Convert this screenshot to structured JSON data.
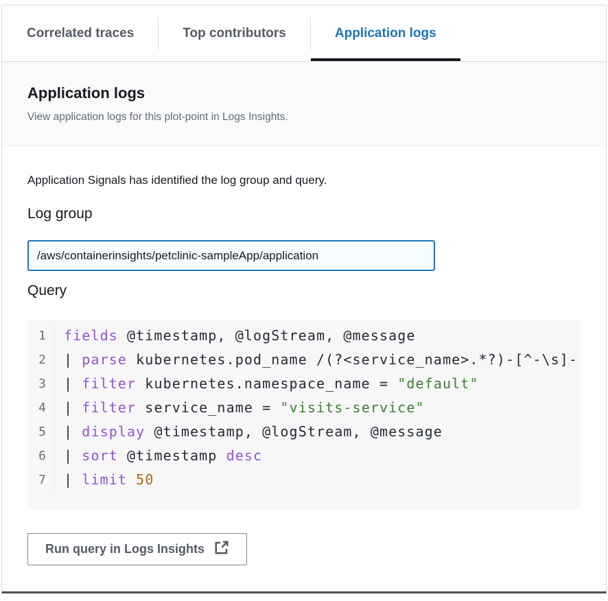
{
  "tabs": [
    {
      "label": "Correlated traces",
      "active": false
    },
    {
      "label": "Top contributors",
      "active": false
    },
    {
      "label": "Application logs",
      "active": true
    }
  ],
  "header": {
    "title": "Application logs",
    "description": "View application logs for this plot-point in Logs Insights."
  },
  "content": {
    "intro": "Application Signals has identified the log group and query.",
    "log_group_label": "Log group",
    "log_group_value": "/aws/containerinsights/petclinic-sampleApp/application",
    "query_label": "Query",
    "run_button_label": "Run query in Logs Insights"
  },
  "query": {
    "lines": [
      {
        "num": "1",
        "tokens": [
          [
            "keyword",
            "fields"
          ],
          [
            "plain",
            " @timestamp, @logStream, @message"
          ]
        ]
      },
      {
        "num": "2",
        "tokens": [
          [
            "plain",
            "| "
          ],
          [
            "keyword",
            "parse"
          ],
          [
            "plain",
            " kubernetes.pod_name /(?<service_name>.*?)-[^-\\s]-"
          ]
        ]
      },
      {
        "num": "3",
        "tokens": [
          [
            "plain",
            "| "
          ],
          [
            "keyword",
            "filter"
          ],
          [
            "plain",
            " kubernetes.namespace_name = "
          ],
          [
            "string",
            "\"default\""
          ]
        ]
      },
      {
        "num": "4",
        "tokens": [
          [
            "plain",
            "| "
          ],
          [
            "keyword",
            "filter"
          ],
          [
            "plain",
            " service_name = "
          ],
          [
            "string",
            "\"visits-service\""
          ]
        ]
      },
      {
        "num": "5",
        "tokens": [
          [
            "plain",
            "| "
          ],
          [
            "keyword",
            "display"
          ],
          [
            "plain",
            " @timestamp, @logStream, @message"
          ]
        ]
      },
      {
        "num": "6",
        "tokens": [
          [
            "plain",
            "| "
          ],
          [
            "keyword",
            "sort"
          ],
          [
            "plain",
            " @timestamp "
          ],
          [
            "keyword",
            "desc"
          ]
        ]
      },
      {
        "num": "7",
        "tokens": [
          [
            "plain",
            "| "
          ],
          [
            "keyword",
            "limit"
          ],
          [
            "plain",
            " "
          ],
          [
            "number",
            "50"
          ]
        ]
      }
    ]
  },
  "colors": {
    "accent_blue": "#1f74b8",
    "underline": "#16191f",
    "tab_inactive": "#545b64",
    "text_dark": "#16191f",
    "text_secondary": "#5f6b7a",
    "border": "#d5dbdb",
    "panel_bottom": "#4a5158",
    "header_bg": "#fafafa",
    "code_bg": "#f7f7f8",
    "code_text": "#232b35",
    "line_number": "#687078",
    "keyword": "#9553d1",
    "string": "#3c8031",
    "number": "#b0690f",
    "input_border": "#2074b8",
    "input_bg": "#f9fcfe"
  }
}
